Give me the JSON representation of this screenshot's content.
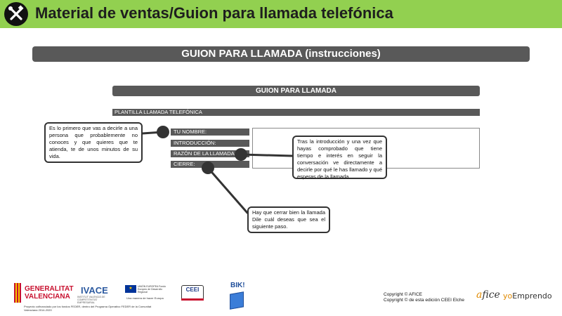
{
  "header": {
    "title": "Material de ventas/Guion para llamada telefónica",
    "icon": "tools-icon",
    "bg_color": "#92d050"
  },
  "section": {
    "title": "GUION PARA LLAMADA (instrucciones)"
  },
  "template": {
    "heading": "GUION PARA LLAMADA",
    "subheading": "PLANTILLA LLAMADA TELEFÓNICA",
    "fields": [
      "TU NOMBRE:",
      "INTRODUCCIÓN:",
      "RAZÓN DE LA LLAMADA:",
      "CIERRE:"
    ]
  },
  "callouts": {
    "intro": "Es lo primero que vas a decirle a una persona que probablemente no conoces y que quieres que te atienda, te de unos minutos de su vida.",
    "reason": "Tras la introducción y una vez que hayas comprobado que tiene tiempo e interés en seguir la conversación ve directamente a decirle por qué le has llamado y qué esperas de la llamada.",
    "closing": "Hay que cerrar bien la llamada Dile cuál deseas que sea el siguiente paso."
  },
  "footer": {
    "gv_line1": "GENERALITAT",
    "gv_line2": "VALENCIANA",
    "ivace": "IVACE",
    "ivace_sub": "INSTITUT VALENCIÀ DE COMPETITIVITAT EMPRESARIAL",
    "eu_text": "UNIÓN EUROPEA Fondo Europeo de Desarrollo Regional",
    "eu_motto": "Una manera de hacer Europa",
    "ceei": "CEEI",
    "bik": "BIK!",
    "footnote": "Proyecto cofinanciado por los fondos FEDER, dentro del Programa Operativo FEDER de la Comunitat Valenciana 2014-2020",
    "copyright_1": "Copyright © AFICE",
    "copyright_2": "Copyright © de esta edición CEEI Elche",
    "afice_a": "a",
    "afice_rest": "fice",
    "yo": "yo",
    "emprendo": "Emprendo"
  }
}
